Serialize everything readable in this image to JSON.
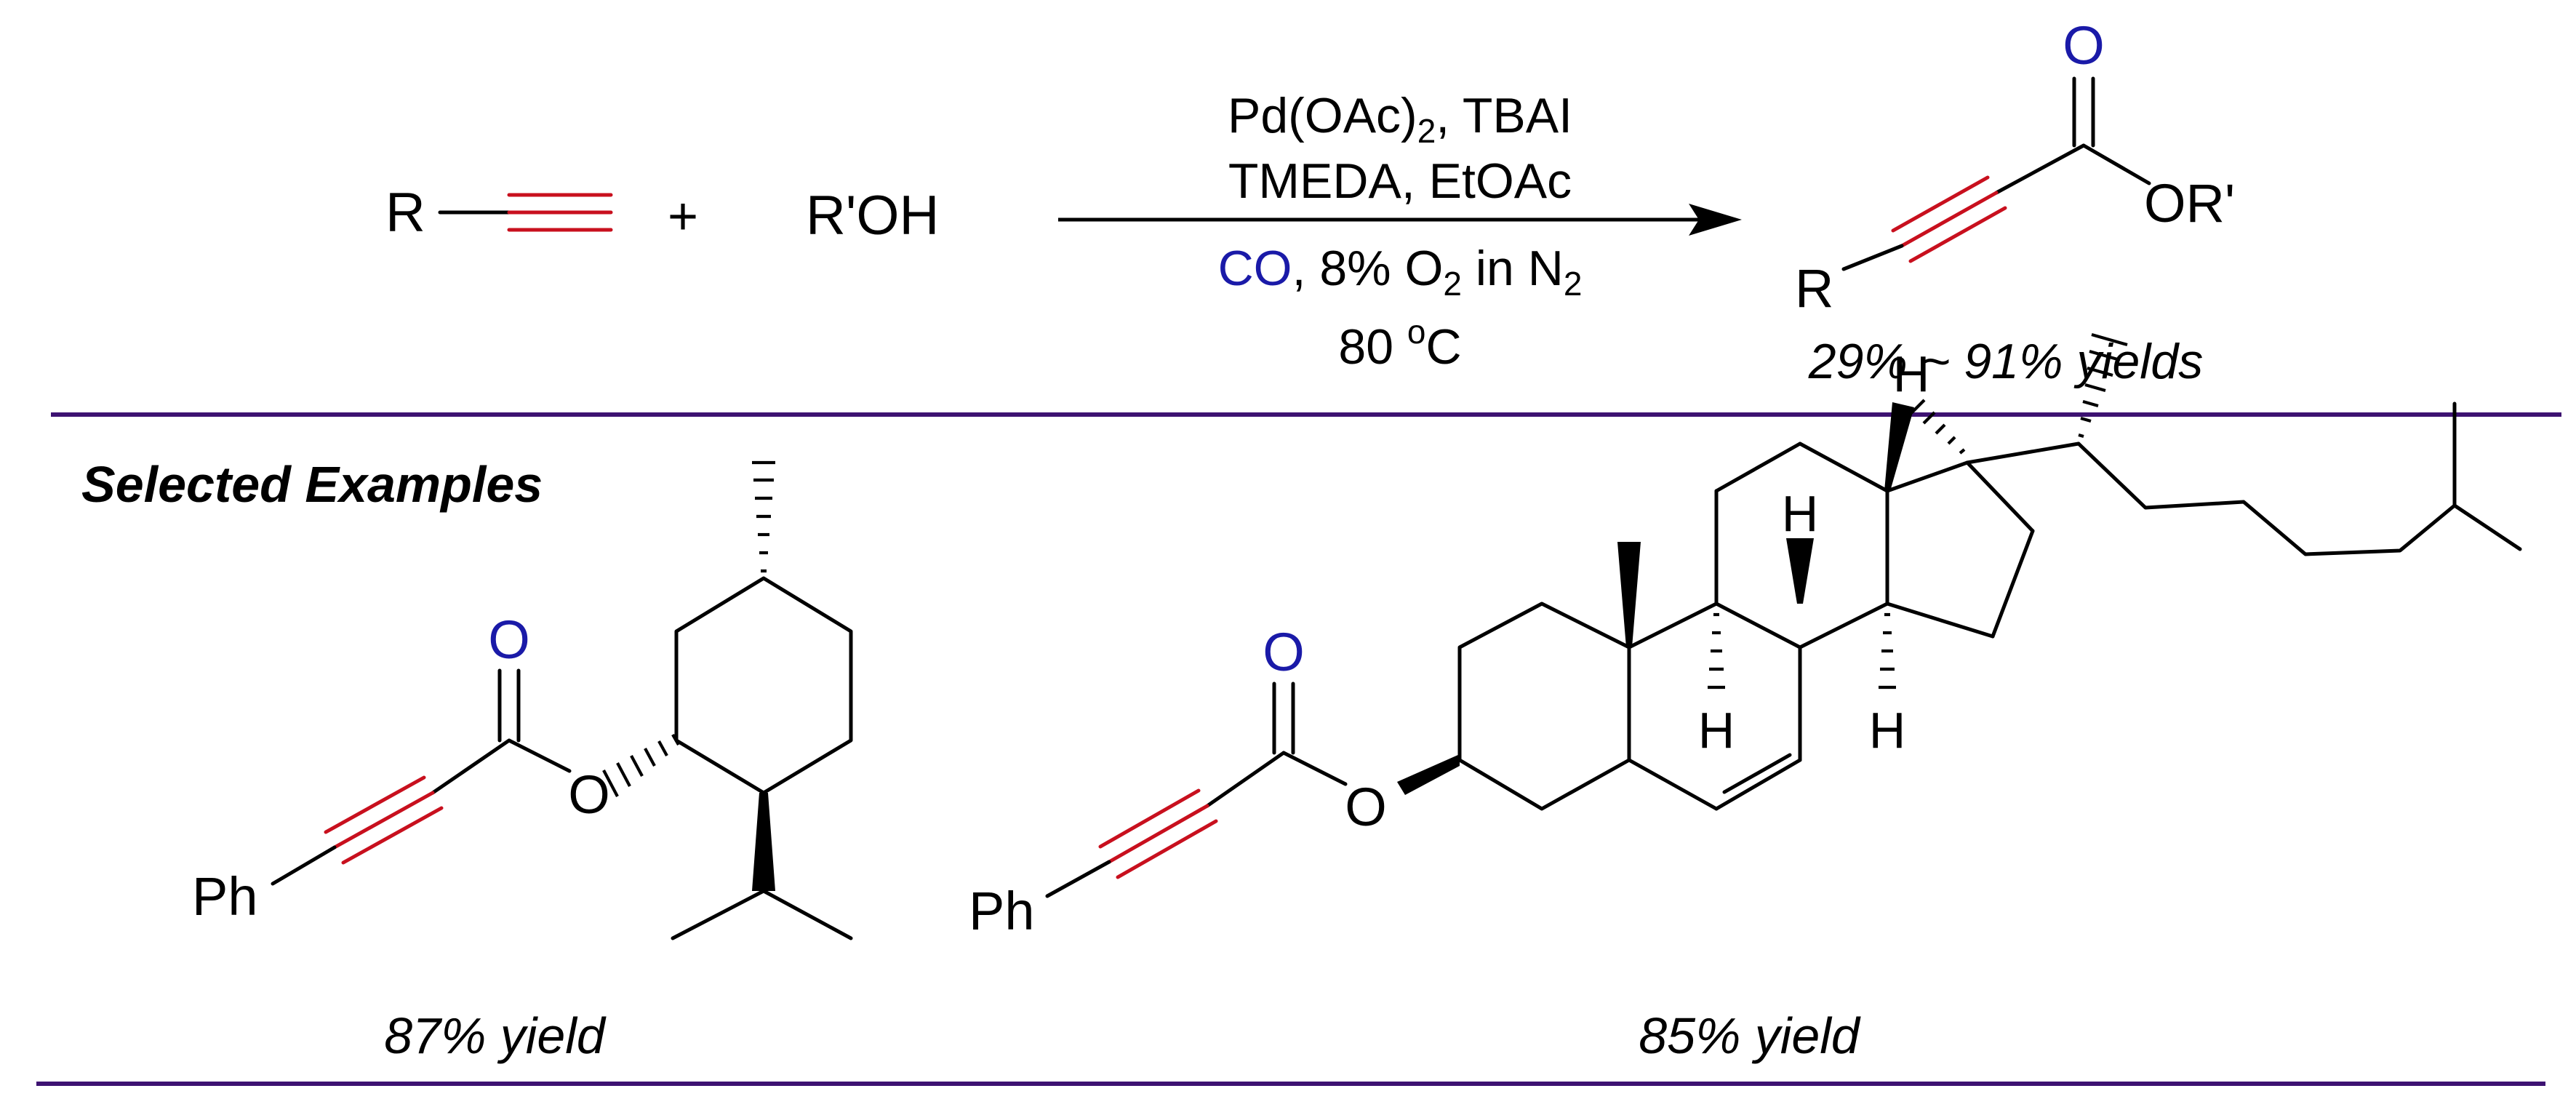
{
  "colors": {
    "bond": "#000000",
    "triple_bond": "#c8101e",
    "carbonyl_o": "#1a1aa8",
    "co_reagent": "#1a1aa8",
    "divider": "#3d1272"
  },
  "reaction": {
    "alkyne_r": "R",
    "plus": "+",
    "alcohol": "R'OH",
    "conditions": {
      "line1_main": "Pd(OAc)",
      "line1_sub": "2",
      "line1_tail": ", TBAI",
      "line2": "TMEDA, EtOAc",
      "line3_co": "CO",
      "line3_mid": ", 8% O",
      "line3_sub1": "2",
      "line3_tail": " in N",
      "line3_sub2": "2",
      "line4_main": "80 ",
      "line4_sup": "o",
      "line4_tail": "C"
    },
    "product": {
      "o": "O",
      "or": "OR'",
      "r": "R",
      "yield": "29% ~ 91% yields"
    }
  },
  "selected_examples": {
    "title": "Selected Examples",
    "menthyl": {
      "o_carbonyl": "O",
      "o_ester": "O",
      "ph": "Ph",
      "yield": "87% yield"
    },
    "cholesteryl": {
      "o_carbonyl": "O",
      "o_ester": "O",
      "ph": "Ph",
      "h1": "H",
      "h2": "H",
      "h3": "H",
      "h4": "H",
      "yield": "85% yield"
    }
  }
}
